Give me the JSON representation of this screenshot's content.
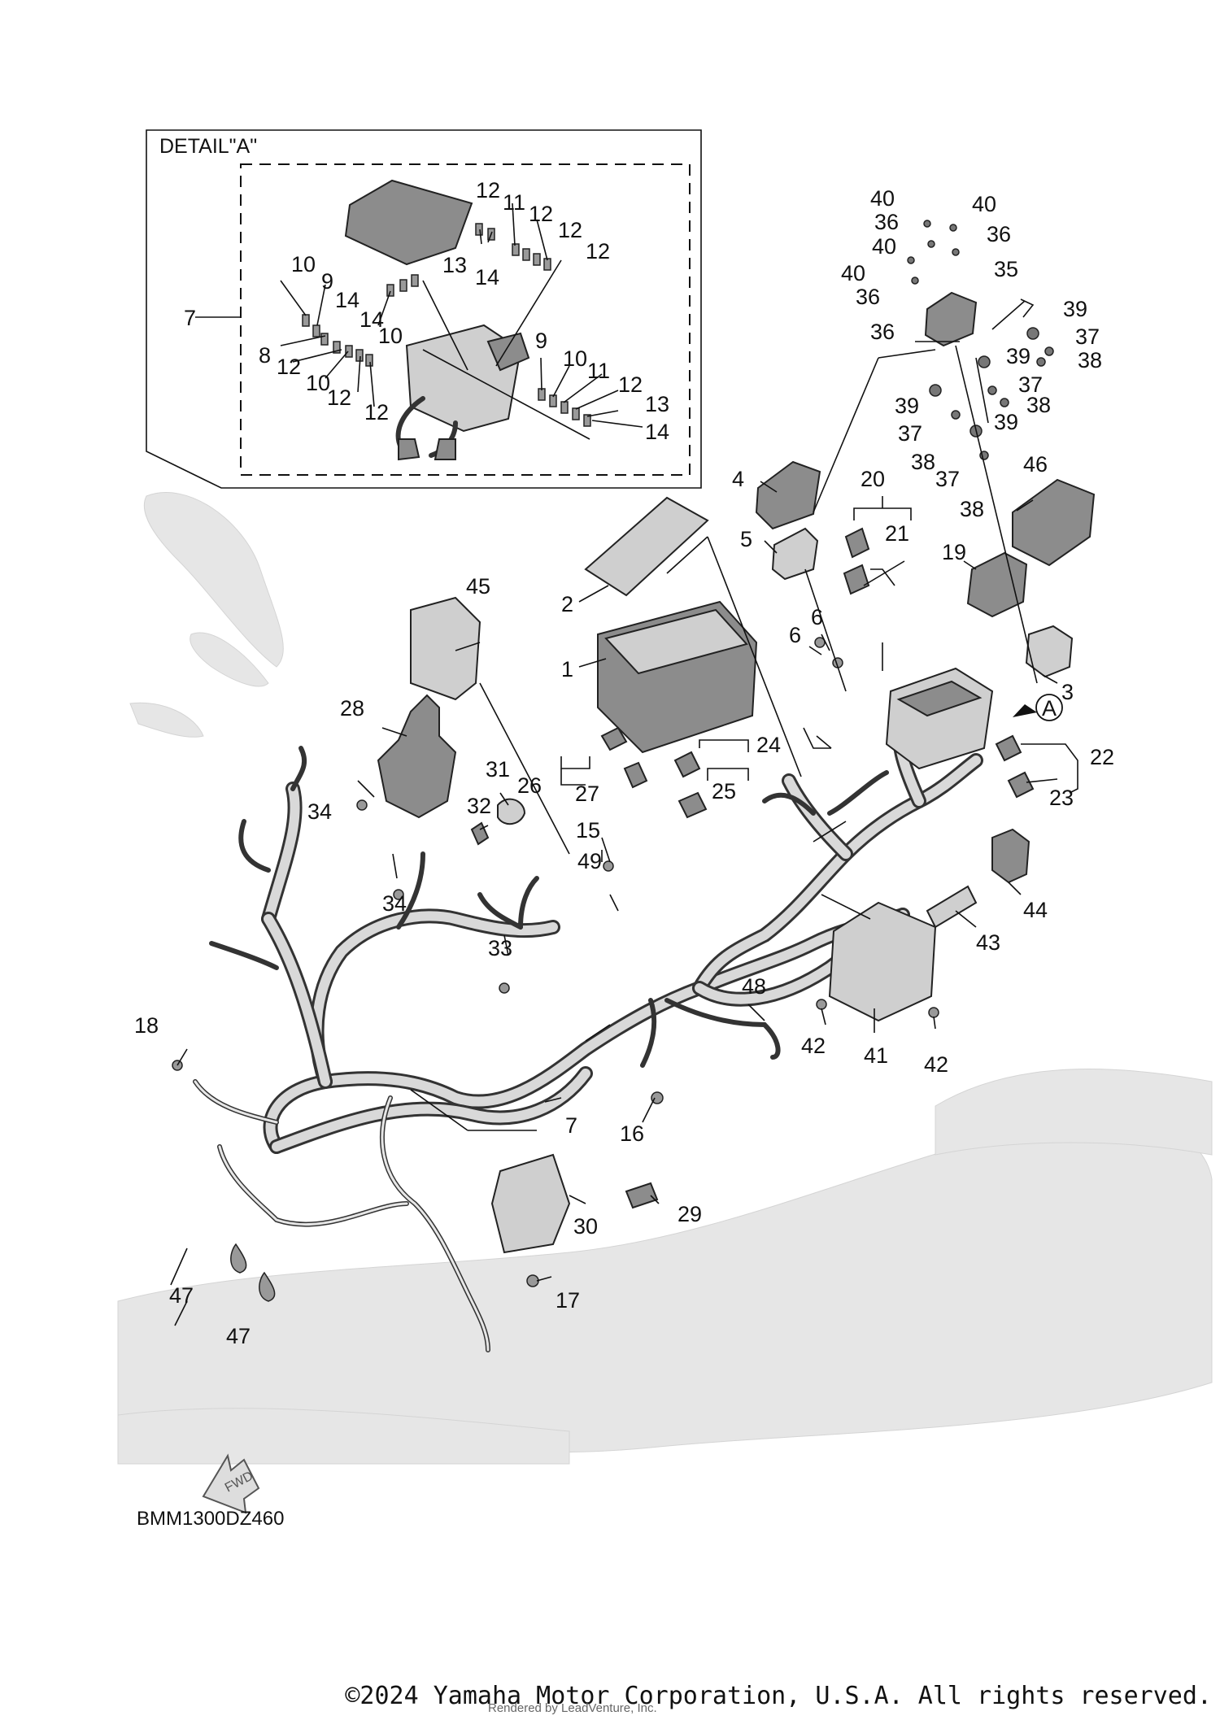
{
  "diagram": {
    "detail_title": "DETAIL\"A\"",
    "drawing_code": "BMM1300DZ460",
    "fwd_label": "FWD",
    "detail_marker": "A",
    "detail_callouts": [
      "7",
      "8",
      "9",
      "10",
      "11",
      "12",
      "13",
      "14"
    ],
    "main_callouts": [
      "1",
      "2",
      "3",
      "4",
      "5",
      "6",
      "7",
      "15",
      "16",
      "17",
      "18",
      "19",
      "20",
      "21",
      "22",
      "23",
      "24",
      "25",
      "26",
      "27",
      "28",
      "29",
      "30",
      "31",
      "32",
      "33",
      "34",
      "35",
      "36",
      "37",
      "38",
      "39",
      "40",
      "41",
      "42",
      "43",
      "44",
      "45",
      "46",
      "47",
      "48",
      "49"
    ]
  },
  "footer": {
    "copyright": "©2024 Yamaha Motor Corporation, U.S.A. All rights reserved.",
    "rendered_by": "Rendered by LeadVenture, Inc."
  }
}
